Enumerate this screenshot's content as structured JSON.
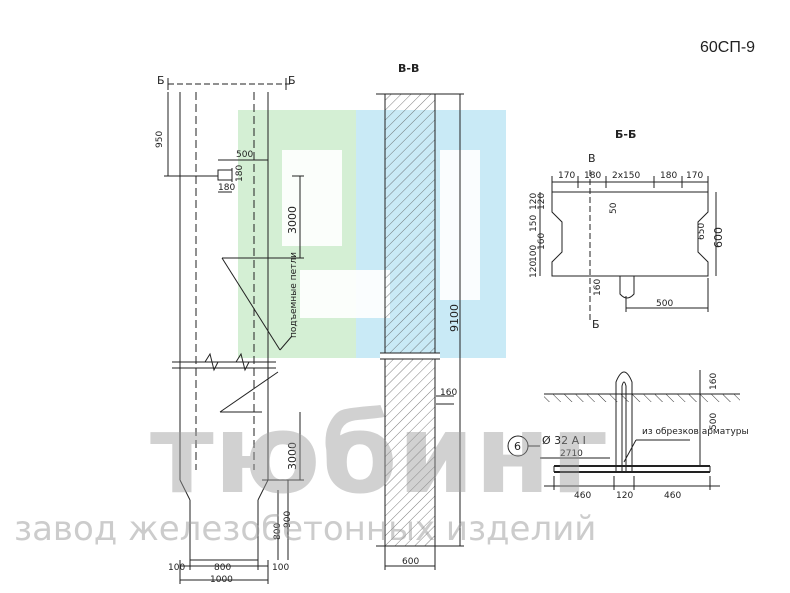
{
  "drawing": {
    "product_code": "60СП-9",
    "section_bb_mark_left": "Б",
    "section_bb_mark_right": "Б",
    "section_vv_title": "В-В",
    "section_bb_title": "Б-Б",
    "section_bb_v_mark": "В",
    "section_bb_b_mark": "Б"
  },
  "elevation": {
    "dim_950": "950",
    "dim_500": "500",
    "dim_180_a": "180",
    "dim_180_b": "180",
    "dim_3000_top": "3000",
    "dim_3000_bottom": "3000",
    "lifting_loops": "подъемные петли",
    "dim_800_v": "800",
    "dim_900_v": "900",
    "dim_100_left": "100",
    "dim_800_h": "800",
    "dim_100_right": "100",
    "dim_1000": "1000"
  },
  "section_vv": {
    "dim_9100": "9100",
    "dim_160": "160",
    "dim_600": "600"
  },
  "section_bb": {
    "top_dims": [
      "170",
      "180",
      "2х150",
      "180",
      "170"
    ],
    "dim_50": "50",
    "dim_650": "650",
    "dim_600": "600",
    "left_dims": [
      "120",
      "120",
      "150",
      "160",
      "100",
      "120"
    ],
    "dim_160": "160",
    "dim_500": "500"
  },
  "loop_detail": {
    "callout": "6",
    "bar_spec": "Ø 32 А I",
    "bar_length": "2710",
    "note": "из обрезков арматуры",
    "dim_160": "160",
    "dim_500": "500",
    "dim_460_left": "460",
    "dim_120": "120",
    "dim_460_right": "460"
  },
  "watermark": {
    "brand": "тюбинг",
    "subtitle": "завод железобетонных изделий"
  },
  "colors": {
    "logo_green": "#cdeccd",
    "logo_blue": "#bfe6f5",
    "hatch": "#555555",
    "line": "#222222"
  }
}
